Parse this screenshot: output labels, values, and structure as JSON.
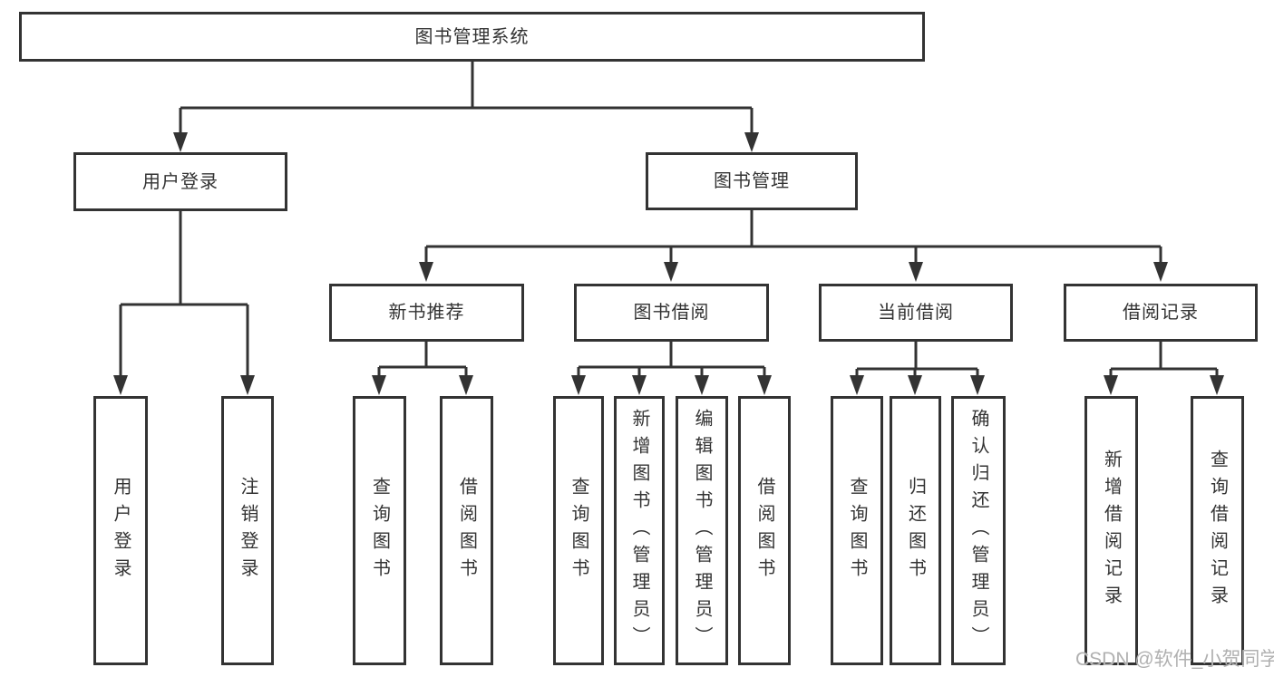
{
  "root": {
    "label": "图书管理系统"
  },
  "user": {
    "label": "用户登录",
    "children": [
      {
        "label": "用户登录"
      },
      {
        "label": "注销登录"
      }
    ]
  },
  "mgmt": {
    "label": "图书管理",
    "sections": [
      {
        "label": "新书推荐",
        "children": [
          {
            "label": "查询图书"
          },
          {
            "label": "借阅图书"
          }
        ]
      },
      {
        "label": "图书借阅",
        "children": [
          {
            "label": "查询图书"
          },
          {
            "label": "新增图书（管理员）"
          },
          {
            "label": "编辑图书（管理员）"
          },
          {
            "label": "借阅图书"
          }
        ]
      },
      {
        "label": "当前借阅",
        "children": [
          {
            "label": "查询图书"
          },
          {
            "label": "归还图书"
          },
          {
            "label": "确认归还（管理员）"
          }
        ]
      },
      {
        "label": "借阅记录",
        "children": [
          {
            "label": "新增借阅记录"
          },
          {
            "label": "查询借阅记录"
          }
        ]
      }
    ]
  },
  "watermark": "CSDN @软件_小贺同学",
  "colors": {
    "line": "#333333",
    "text": "#333333",
    "background": "#ffffff",
    "watermark": "#b0b0b0"
  }
}
